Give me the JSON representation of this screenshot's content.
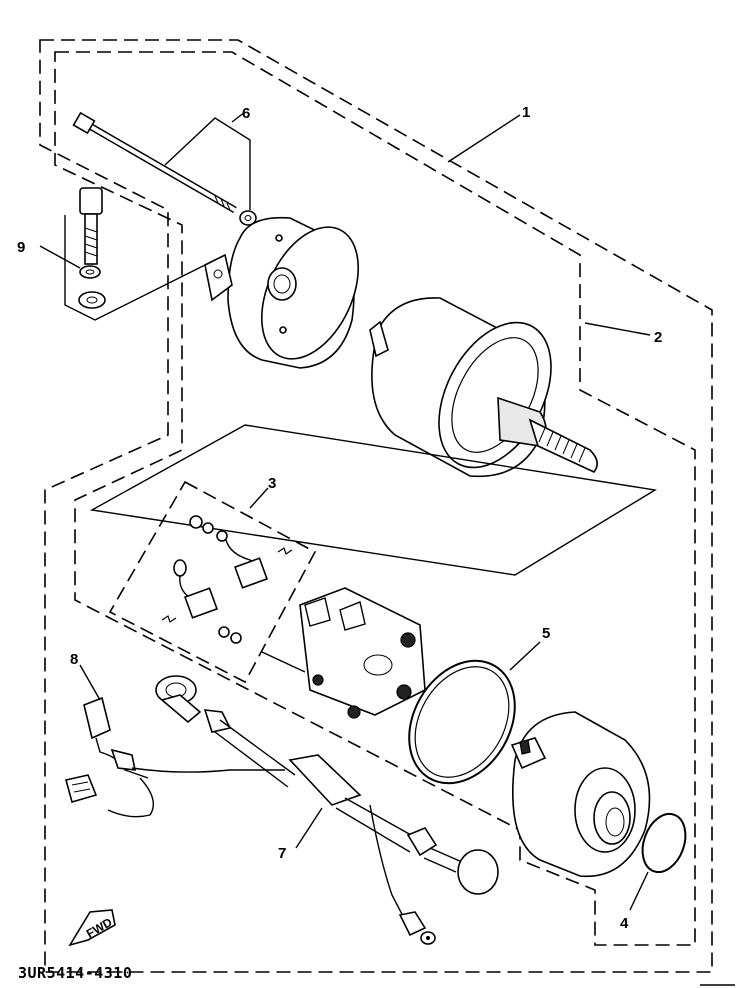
{
  "diagram": {
    "callouts": [
      {
        "id": "1",
        "label": "1"
      },
      {
        "id": "2",
        "label": "2"
      },
      {
        "id": "3",
        "label": "3"
      },
      {
        "id": "4",
        "label": "4"
      },
      {
        "id": "5",
        "label": "5"
      },
      {
        "id": "6",
        "label": "6"
      },
      {
        "id": "7",
        "label": "7"
      },
      {
        "id": "8",
        "label": "8"
      },
      {
        "id": "9",
        "label": "9"
      }
    ],
    "fwd_label": "FWD",
    "drawing_code": "3UR5414-4310"
  }
}
